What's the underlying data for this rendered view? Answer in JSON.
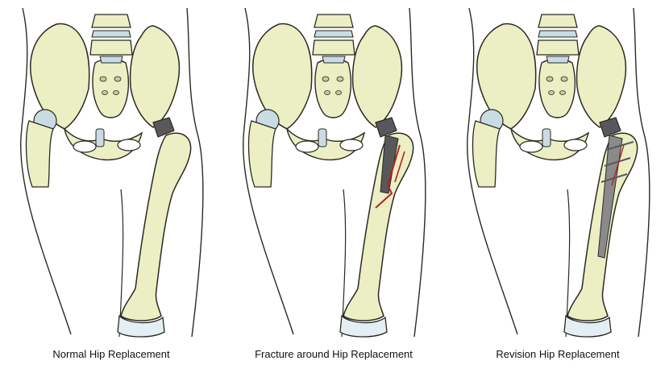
{
  "panels": [
    {
      "caption": "Normal Hip Replacement"
    },
    {
      "caption": "Fracture around Hip Replacement"
    },
    {
      "caption": "Revision Hip Replacement"
    }
  ],
  "colors": {
    "bone": "#eceec4",
    "outline": "#2a2a22",
    "cartilage": "#c9dbe3",
    "implant": "#58585a",
    "fracture": "#b22222",
    "wire": "#8a8a8a"
  },
  "icons": [
    "pelvis-illustration",
    "femur-illustration",
    "hip-implant-illustration"
  ]
}
